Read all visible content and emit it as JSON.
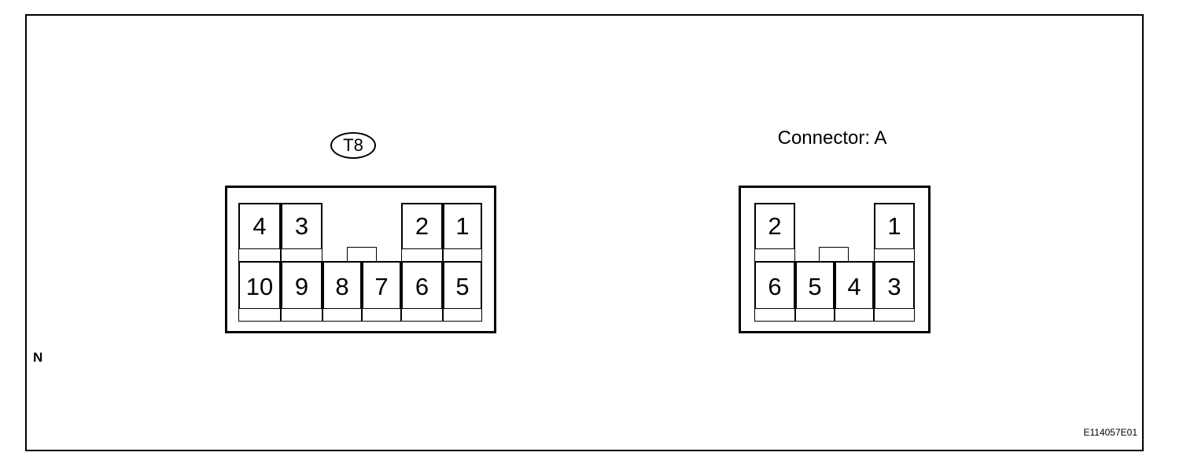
{
  "t8_connector": {
    "label": "T8",
    "top_row": [
      "4",
      "3",
      "2",
      "1"
    ],
    "bottom_row": [
      "10",
      "9",
      "8",
      "7",
      "6",
      "5"
    ]
  },
  "connector_a": {
    "label": "Connector: A",
    "top_row": [
      "2",
      "1"
    ],
    "bottom_row": [
      "6",
      "5",
      "4",
      "3"
    ]
  },
  "side_label": "N",
  "figure_code": "E114057E01"
}
